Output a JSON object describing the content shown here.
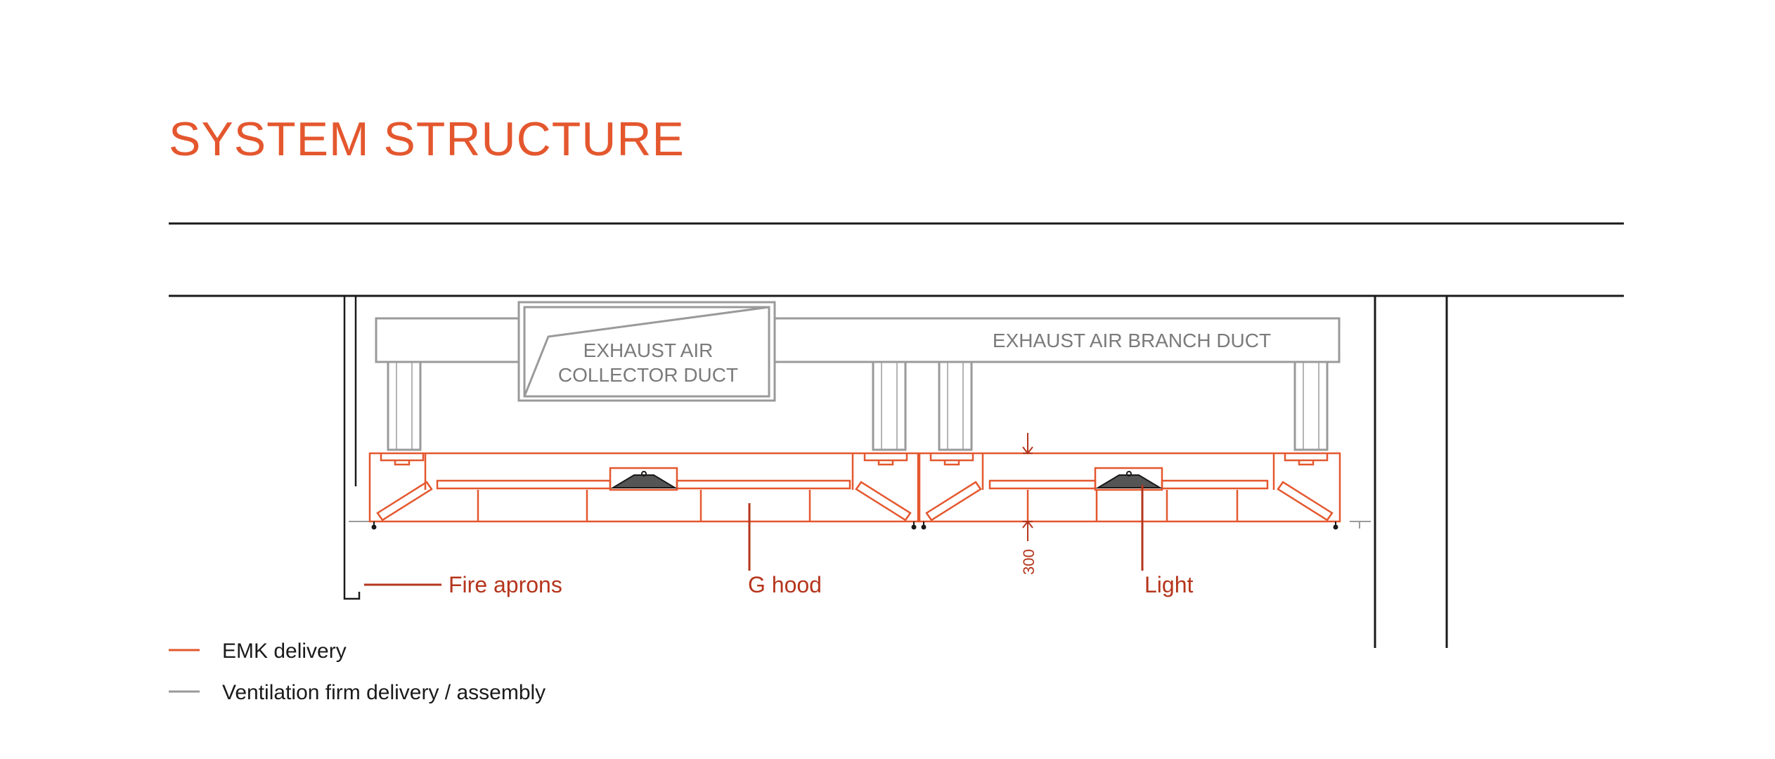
{
  "page": {
    "title": "SYSTEM STRUCTURE"
  },
  "colors": {
    "emk": "#e4572e",
    "callout": "#b5351c",
    "ventilation": "#9a9a9a",
    "structure": "#1a1a1a"
  },
  "ducts": {
    "collector": {
      "line1": "EXHAUST AIR",
      "line2": "COLLECTOR DUCT"
    },
    "branch": "EXHAUST AIR BRANCH DUCT"
  },
  "callouts": {
    "fire_aprons": "Fire aprons",
    "g_hood": "G hood",
    "light": "Light"
  },
  "dimension": {
    "value": "300"
  },
  "legend": [
    {
      "label": "EMK delivery",
      "color": "#e4572e"
    },
    {
      "label": "Ventilation firm delivery / assembly",
      "color": "#9a9a9a"
    }
  ]
}
